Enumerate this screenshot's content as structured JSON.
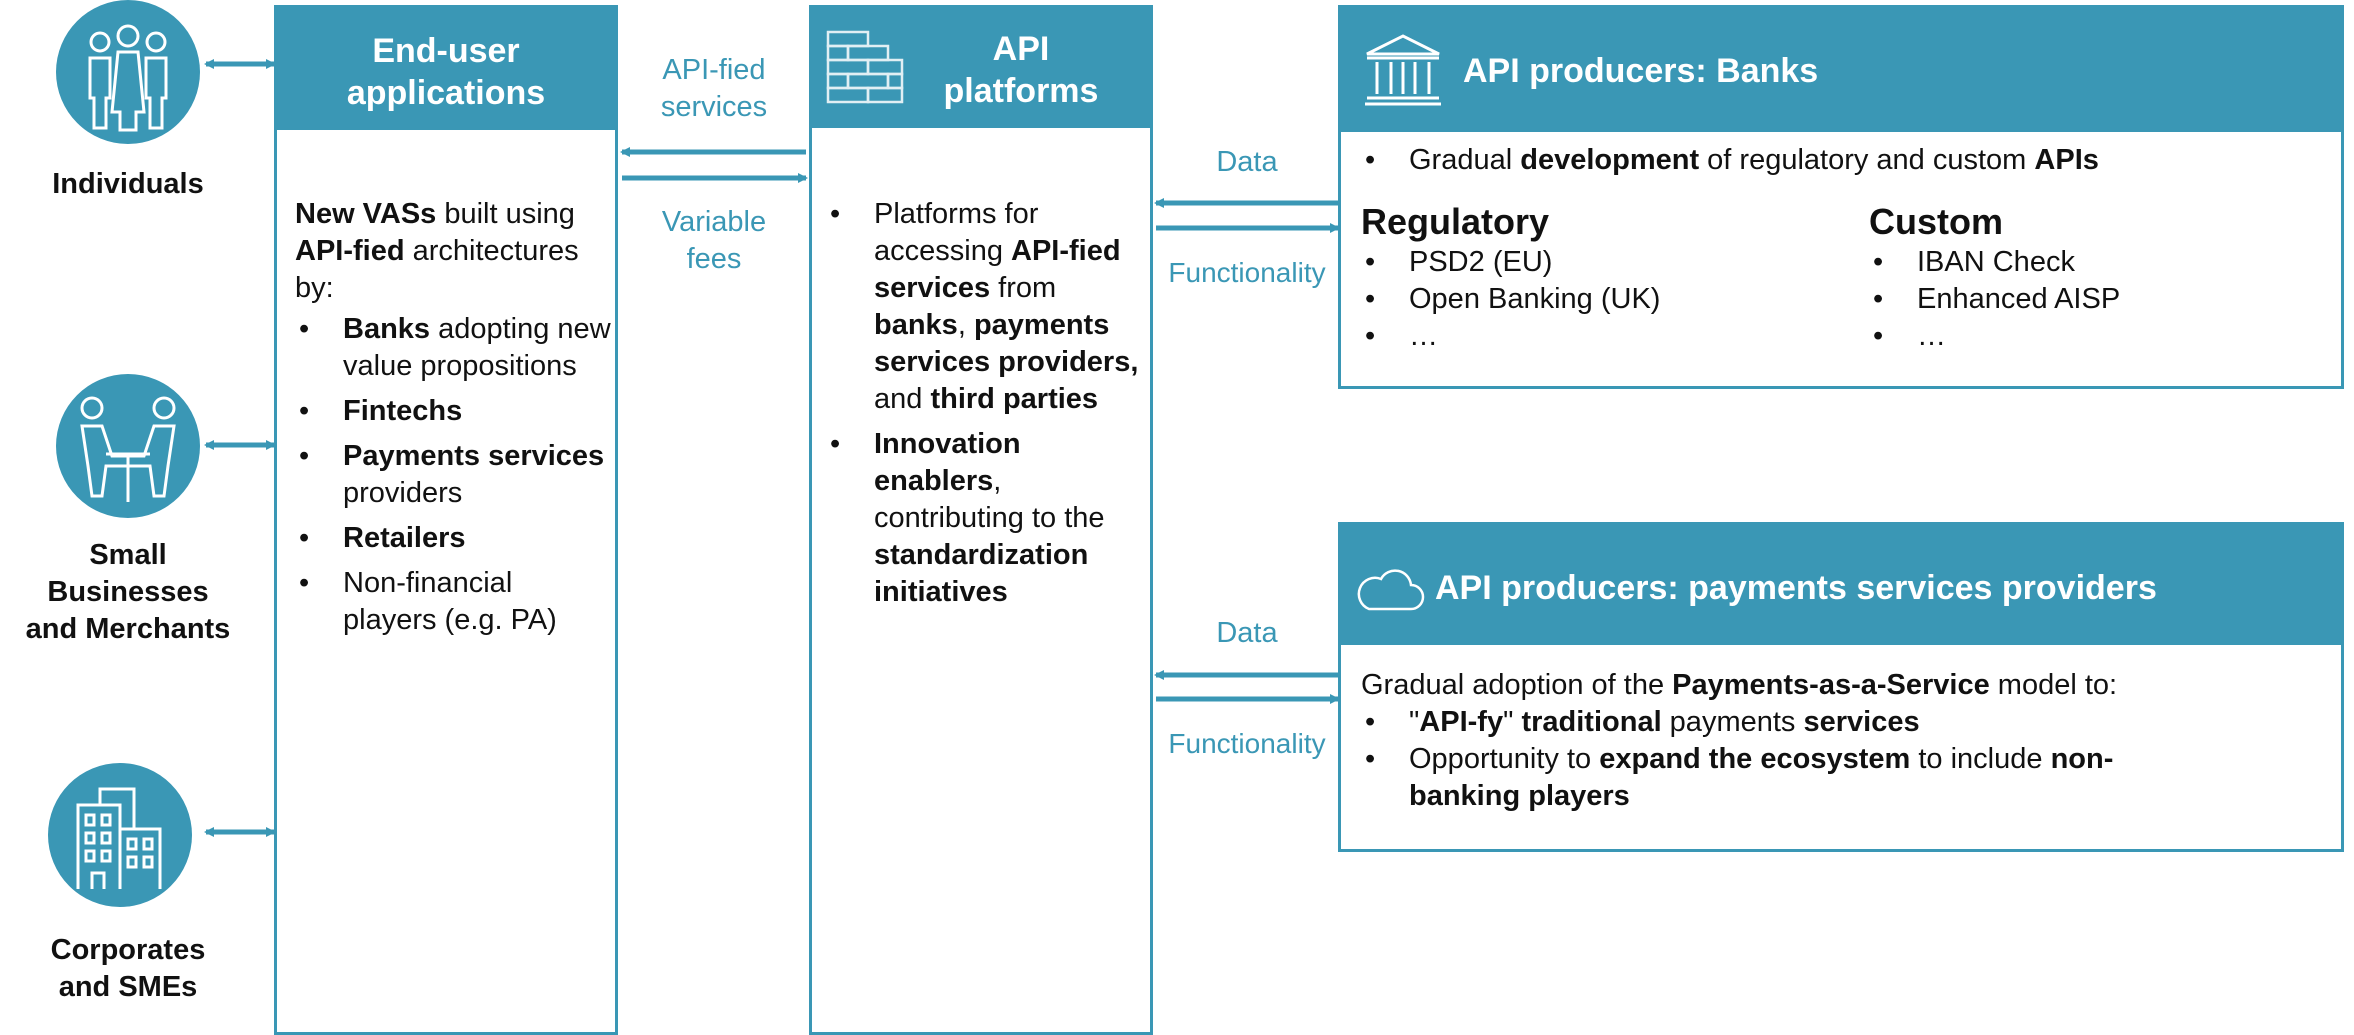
{
  "users": [
    {
      "name": "individuals",
      "label": "Individuals",
      "icon": "people-group-icon"
    },
    {
      "name": "small-businesses",
      "label_lines": [
        "Small",
        "Businesses",
        "and Merchants"
      ],
      "icon": "meeting-icon"
    },
    {
      "name": "corporates",
      "label_lines": [
        "Corporates",
        "and SMEs"
      ],
      "icon": "buildings-icon"
    }
  ],
  "end_user": {
    "title_lines": [
      "End-user",
      "applications"
    ],
    "intro": {
      "b1": "New VASs",
      "t1": " built using ",
      "b2": "API-fied",
      "t2": " architectures by:"
    },
    "items": [
      {
        "bold": "Banks",
        "rest": " adopting new value propositions"
      },
      {
        "bold": "Fintechs",
        "rest": ""
      },
      {
        "bold": "Payments services",
        "rest": " providers"
      },
      {
        "bold": "Retailers",
        "rest": ""
      },
      {
        "bold": "",
        "rest": "Non-financial players (e.g. PA)"
      }
    ]
  },
  "flow_left": {
    "top_label_lines": [
      "API-fied",
      "services"
    ],
    "bottom_label_lines": [
      "Variable",
      "fees"
    ]
  },
  "api_platforms": {
    "title_lines": [
      "API",
      "platforms"
    ],
    "icon": "brick-wall-icon",
    "item1": {
      "t1": "Platforms for accessing ",
      "b1": "API-fied services",
      "t2": " from ",
      "b2": "banks",
      "t3": ", ",
      "b3": "payments services providers,",
      "t4": " and ",
      "b4": "third parties"
    },
    "item2": {
      "b1": "Innovation enablers",
      "t1": ", contributing to the ",
      "b2": "standardization initiatives"
    }
  },
  "flow_right": {
    "data_label": "Data",
    "functionality_label": "Functionality"
  },
  "banks": {
    "title": "API producers: Banks",
    "icon": "bank-icon",
    "intro": {
      "t1": "Gradual ",
      "b1": "development",
      "t2": " of regulatory and custom ",
      "b2": "APIs"
    },
    "regulatory": {
      "heading": "Regulatory",
      "items": [
        "PSD2 (EU)",
        "Open Banking (UK)",
        "…"
      ]
    },
    "custom": {
      "heading": "Custom",
      "items": [
        "IBAN Check",
        "Enhanced AISP",
        "…"
      ]
    }
  },
  "psp": {
    "title": "API producers: payments services providers",
    "icon": "cloud-icon",
    "intro": {
      "t1": "Gradual adoption of the ",
      "b1": "Payments-as-a-Service",
      "t2": " model to:"
    },
    "item1": {
      "q1": "\"",
      "b1": "API-fy",
      "q2": "\" ",
      "b2": "traditional",
      "t1": " payments ",
      "b3": "services"
    },
    "item2": {
      "t1": "Opportunity to ",
      "b1": "expand the ecosystem",
      "t2": " to include ",
      "b2": "non-banking players"
    }
  },
  "colors": {
    "accent": "#3a97b5"
  }
}
